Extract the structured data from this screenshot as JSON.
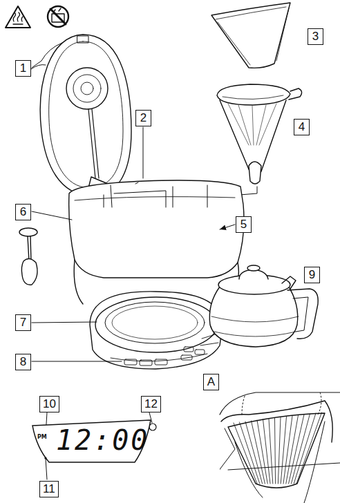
{
  "diagram": {
    "nodes": [
      {
        "text": [
          "1"
        ]
      },
      {
        "text": [
          "3"
        ]
      },
      {
        "text": [
          "2"
        ]
      },
      {
        "text": [
          "4"
        ]
      },
      {
        "text": [
          "6"
        ]
      },
      {
        "text": [
          "5"
        ]
      },
      {
        "text": [
          "9"
        ]
      },
      {
        "text": [
          "7"
        ]
      },
      {
        "text": [
          "8"
        ]
      },
      {
        "text": [
          "A"
        ]
      },
      {
        "text": [
          "10"
        ]
      },
      {
        "text": [
          "12"
        ]
      },
      {
        "text": [
          "PM",
          "12:00"
        ]
      },
      {
        "text": [
          "11"
        ]
      }
    ]
  }
}
